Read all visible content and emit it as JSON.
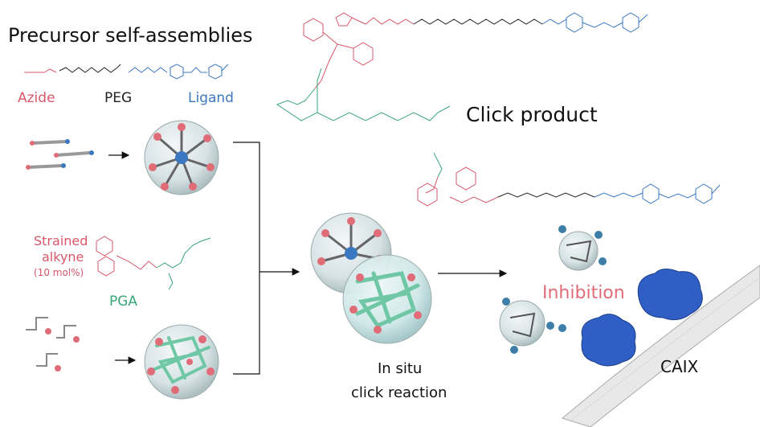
{
  "title": "Precursor self-assemblies",
  "precursor_labels": {
    "azide": "Azide",
    "peg": "PEG",
    "ligand": "Ligand"
  },
  "alkyne_label": {
    "line1": "Strained",
    "line2": "alkyne",
    "line3": "(10 mol%)"
  },
  "pga_label": "PGA",
  "click_product_label": "Click product",
  "in_situ_label": {
    "line1": "In situ",
    "line2": "click reaction"
  },
  "inhibition_label": "Inhibition",
  "caix_label": "CAIX",
  "colors": {
    "azide": "#d9576a",
    "peg": "#222222",
    "ligand": "#3a78c2",
    "pga": "#3aa57a",
    "protein": "#2f5fc4",
    "membrane": "#bdbdbd"
  }
}
